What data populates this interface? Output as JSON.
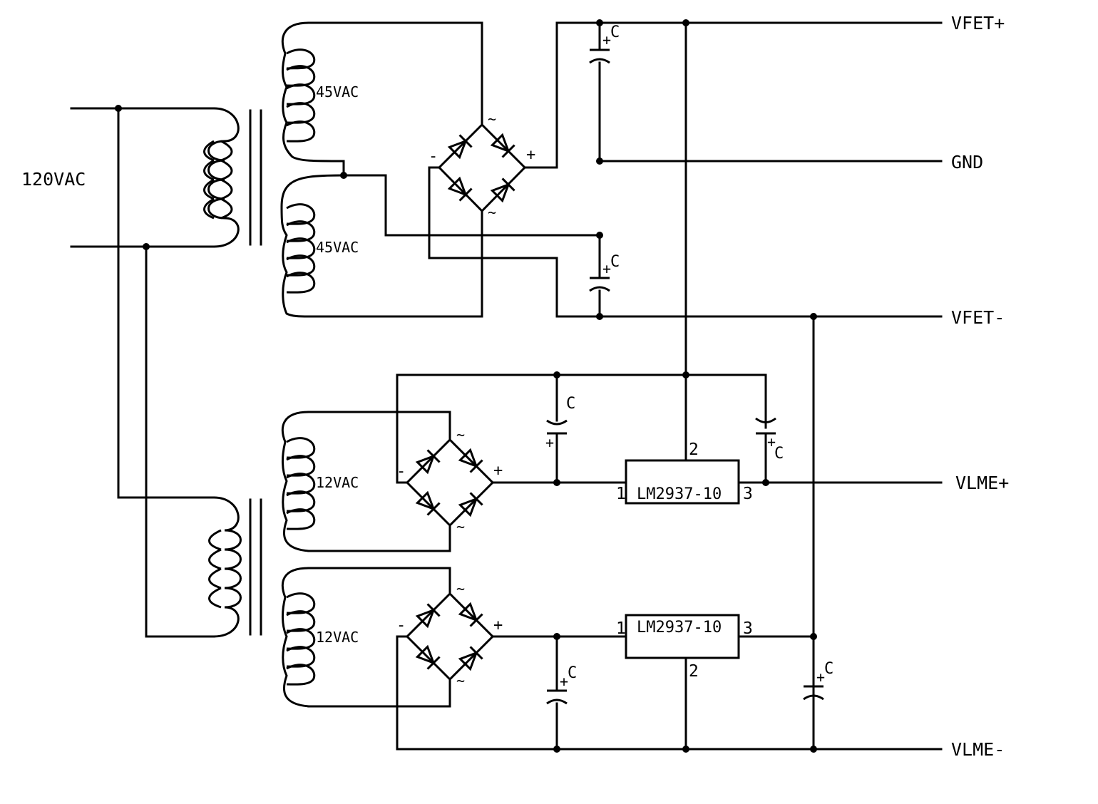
{
  "schematic": {
    "input_label": "120VAC",
    "outputs": {
      "vfet_plus": "VFET+",
      "gnd": "GND",
      "vfet_minus": "VFET-",
      "vlme_plus": "VLME+",
      "vlme_minus": "VLME-"
    },
    "secondaries": {
      "upper_top": "45VAC",
      "upper_bottom": "45VAC",
      "lower_top": "12VAC",
      "lower_bottom": "12VAC"
    },
    "regulators": {
      "top": {
        "name": "LM2937-10",
        "pin_in": "1",
        "pin_gnd": "2",
        "pin_out": "3"
      },
      "bottom": {
        "name": "LM2937-10",
        "pin_in": "1",
        "pin_gnd": "2",
        "pin_out": "3"
      }
    },
    "capacitor_label": "C",
    "polarity": {
      "plus": "+",
      "minus": "-",
      "ac": "~"
    }
  }
}
